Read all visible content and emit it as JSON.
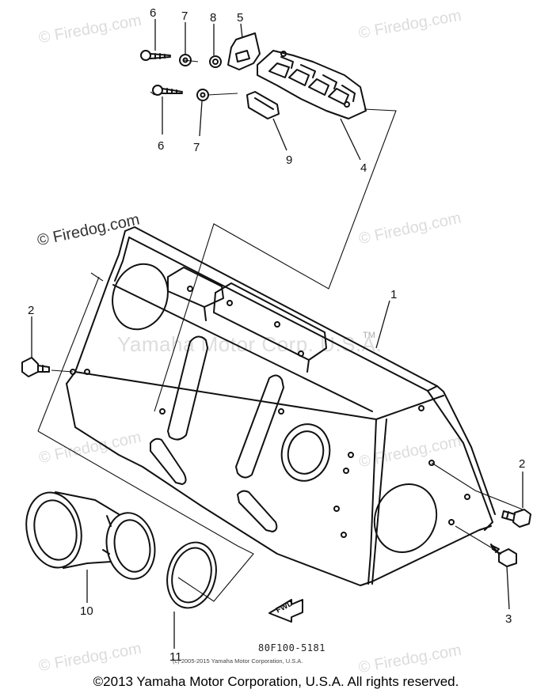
{
  "watermarks": {
    "site": "© Firedog.com",
    "brand": "Yamaha Motor Corp. U.S.A."
  },
  "callouts": {
    "n1": "1",
    "n2a": "2",
    "n2b": "2",
    "n3": "3",
    "n4": "4",
    "n5": "5",
    "n6a": "6",
    "n6b": "6",
    "n7a": "7",
    "n7b": "7",
    "n8": "8",
    "n9": "9",
    "n10": "10",
    "n11": "11"
  },
  "fwd_label": "FWD",
  "tm": "TM",
  "diagram_code": "80F100-5181",
  "inner_copyright": "(c) 2005-2015 Yamaha Motor Corporation, U.S.A.",
  "footer": "©2013 Yamaha Motor Corporation, U.S.A. All rights reserved."
}
